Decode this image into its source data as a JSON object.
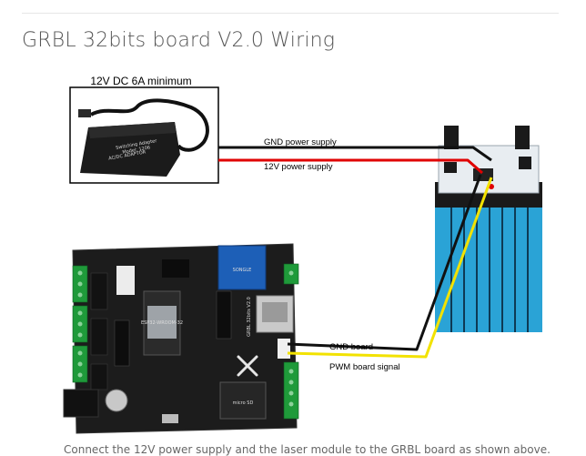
{
  "page": {
    "title": "GRBL 32bits board V2.0 Wiring"
  },
  "adapter": {
    "caption": "12V DC 6A minimum",
    "brand_text": "AC/DC ADAPTOR",
    "label_lines": [
      "Switching Adapter",
      "Model: 1206"
    ]
  },
  "wires": {
    "gnd_supply": "GND power supply",
    "v12_supply": "12V power supply",
    "gnd_board": "GND board",
    "pwm_board": "PWM board signal"
  },
  "board": {
    "relay_text": "SONGLE",
    "module_text": "ESP32-WROOM-32",
    "silk_text": "GRBL 32bits V2.0",
    "sd_text": "micro SD"
  },
  "colors": {
    "gnd_wire": "#111111",
    "v12_wire": "#e00000",
    "pwm_wire": "#f2e200",
    "pcb": "#1c1c1c",
    "terminal": "#1f9a3a",
    "laser_body": "#2aa3d6"
  },
  "footer": {
    "text": "Connect the 12V power supply and the laser module to the GRBL board as shown above."
  }
}
